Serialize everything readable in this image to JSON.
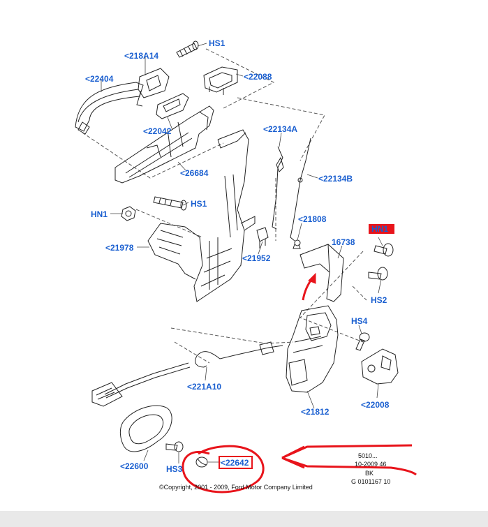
{
  "callouts": {
    "hs1_top": "HS1",
    "c218a14": "<218A14",
    "c22404": "<22404",
    "c22088": "<22088",
    "c22042": "<22042",
    "c22134a": "<22134A",
    "c26684": "<26684",
    "c22134b": "<22134B",
    "hs1_mid": "HS1",
    "hn1": "HN1",
    "c21808": "<21808",
    "hn1_red": "HN1",
    "c16738": "16738",
    "c21978": "<21978",
    "c21952": "<21952",
    "hs2": "HS2",
    "hs4": "HS4",
    "c221a10": "<221A10",
    "c21812": "<21812",
    "c22008": "<22008",
    "c22600": "<22600",
    "hs3": "HS3",
    "c22642": "<22642"
  },
  "ref_block": {
    "line1": "5010...",
    "line2": "10-2009 46",
    "line3": "BK",
    "line4": "G 0101167 10"
  },
  "copyright": "©Copyright, 2001 - 2009, Ford Motor Company Limited",
  "colors": {
    "callout": "#1a5fd0",
    "annotation_red": "#e8141b",
    "line": "#222222",
    "bottom_bar": "#e9e9e9"
  }
}
